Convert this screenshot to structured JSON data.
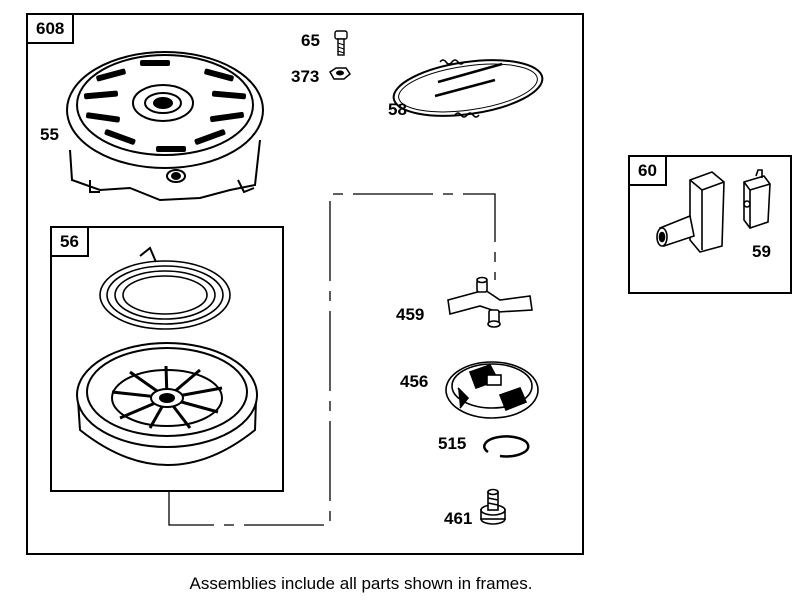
{
  "diagram": {
    "frames": {
      "main": "608",
      "starter_pulley": "56",
      "handle_assembly": "60"
    },
    "parts": {
      "screw": "65",
      "nut": "373",
      "rope": "58",
      "housing": "55",
      "dog": "459",
      "retainer": "456",
      "ring": "515",
      "spring_post": "461",
      "handle_insert": "59"
    },
    "caption": "Assemblies include all parts shown in frames."
  }
}
